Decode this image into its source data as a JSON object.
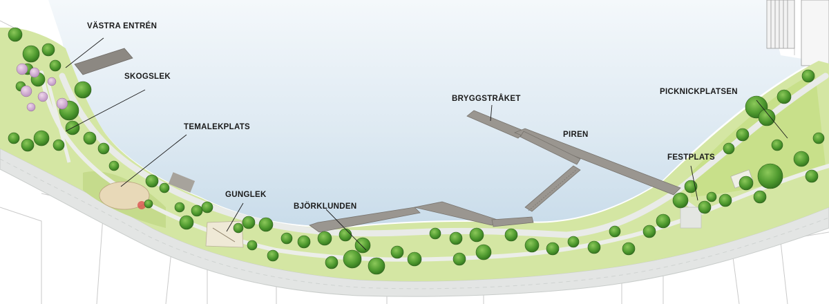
{
  "labels": {
    "vastra_entren": "VÄSTRA ENTRÉN",
    "skogslek": "SKOGSLEK",
    "temalekplats": "TEMALEKPLATS",
    "gunglek": "GUNGLEK",
    "bjorklunden": "BJÖRKLUNDEN",
    "bryggstraket": "BRYGGSTRÅKET",
    "piren": "PIREN",
    "festplats": "FESTPLATS",
    "picknickplatsen": "PICKNICKPLATSEN"
  },
  "colors": {
    "water": "#dfeaf3",
    "lawn": "#cfe39a",
    "tree": "#4f9a2f",
    "promenade": "#e6e8e6",
    "pier": "#9a9690",
    "buildings_outline": "#c9c9c9"
  }
}
